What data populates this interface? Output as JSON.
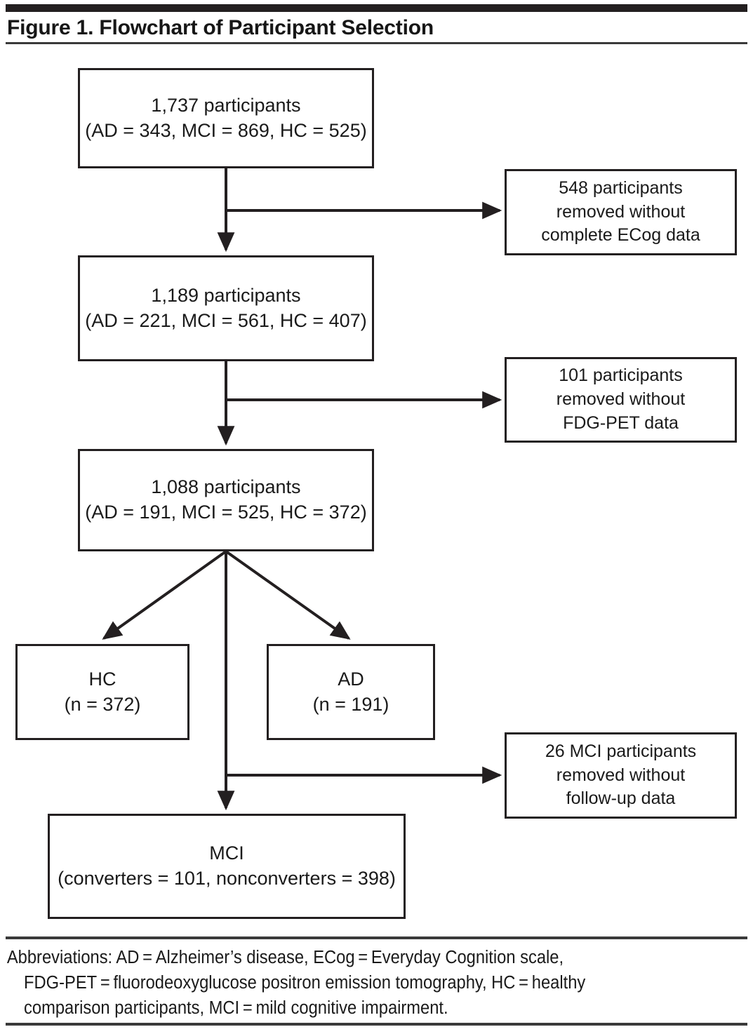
{
  "figure": {
    "title": "Figure 1. Flowchart of Participant Selection"
  },
  "flow": {
    "boxes": {
      "total": {
        "line1": "1,737 participants",
        "line2": "(AD = 343, MCI = 869, HC = 525)"
      },
      "after_ecog": {
        "line1": "1,189 participants",
        "line2": "(AD = 221, MCI = 561, HC = 407)"
      },
      "after_fdg": {
        "line1": "1,088 participants",
        "line2": "(AD = 191, MCI = 525, HC = 372)"
      },
      "hc": {
        "line1": "HC",
        "line2": "(n = 372)"
      },
      "ad": {
        "line1": "AD",
        "line2": "(n = 191)"
      },
      "mci": {
        "line1": "MCI",
        "line2": "(converters = 101, nonconverters = 398)"
      },
      "removed_ecog": {
        "line1": "548 participants",
        "line2": "removed without",
        "line3": "complete ECog data"
      },
      "removed_fdg": {
        "line1": "101 participants",
        "line2": "removed without",
        "line3": "FDG-PET data"
      },
      "removed_followup": {
        "line1": "26 MCI participants",
        "line2": "removed without",
        "line3": "follow-up data"
      }
    }
  },
  "footnote": {
    "line1": "Abbreviations: AD = Alzheimer’s disease, ECog = Everyday Cognition scale,",
    "line2": "FDG-PET = fluorodeoxyglucose positron emission tomography, HC = healthy",
    "line3": "comparison participants, MCI = mild cognitive impairment."
  },
  "chart_data": {
    "type": "diagram",
    "title": "Figure 1. Flowchart of Participant Selection",
    "nodes": [
      {
        "id": "total",
        "label": "1,737 participants (AD = 343, MCI = 869, HC = 525)",
        "n": 1737,
        "AD": 343,
        "MCI": 869,
        "HC": 525
      },
      {
        "id": "removed_ecog",
        "label": "548 participants removed without complete ECog data",
        "n": 548
      },
      {
        "id": "after_ecog",
        "label": "1,189 participants (AD = 221, MCI = 561, HC = 407)",
        "n": 1189,
        "AD": 221,
        "MCI": 561,
        "HC": 407
      },
      {
        "id": "removed_fdg",
        "label": "101 participants removed without FDG-PET data",
        "n": 101
      },
      {
        "id": "after_fdg",
        "label": "1,088 participants (AD = 191, MCI = 525, HC = 372)",
        "n": 1088,
        "AD": 191,
        "MCI": 525,
        "HC": 372
      },
      {
        "id": "hc",
        "label": "HC (n = 372)",
        "n": 372
      },
      {
        "id": "ad",
        "label": "AD (n = 191)",
        "n": 191
      },
      {
        "id": "removed_followup",
        "label": "26 MCI participants removed without follow-up data",
        "n": 26
      },
      {
        "id": "mci",
        "label": "MCI (converters = 101, nonconverters = 398)",
        "converters": 101,
        "nonconverters": 398
      }
    ],
    "edges": [
      {
        "from": "total",
        "to": "removed_ecog"
      },
      {
        "from": "total",
        "to": "after_ecog"
      },
      {
        "from": "after_ecog",
        "to": "removed_fdg"
      },
      {
        "from": "after_ecog",
        "to": "after_fdg"
      },
      {
        "from": "after_fdg",
        "to": "hc"
      },
      {
        "from": "after_fdg",
        "to": "ad"
      },
      {
        "from": "after_fdg",
        "to": "mci"
      },
      {
        "from": "after_fdg",
        "to": "removed_followup"
      }
    ]
  }
}
